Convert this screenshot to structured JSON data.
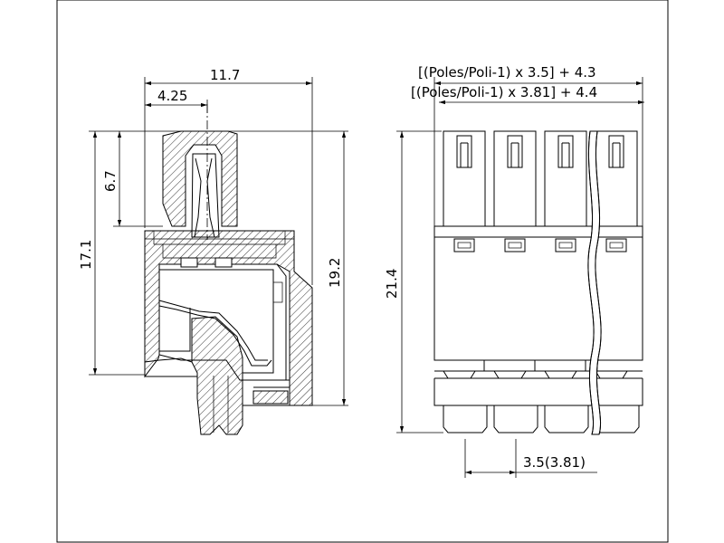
{
  "side_view": {
    "dim_width_total": "11.7",
    "dim_width_partial": "4.25",
    "dim_height_top": "6.7",
    "dim_height_body": "17.1",
    "dim_height_total": "19.2"
  },
  "front_view": {
    "formula_line1": "[(Poles/Poli-1) x 3.5] + 4.3",
    "formula_line2": "[(Poles/Poli-1) x 3.81] + 4.4",
    "dim_height": "21.4",
    "dim_pitch": "3.5(3.81)",
    "visible_poles": 4
  }
}
